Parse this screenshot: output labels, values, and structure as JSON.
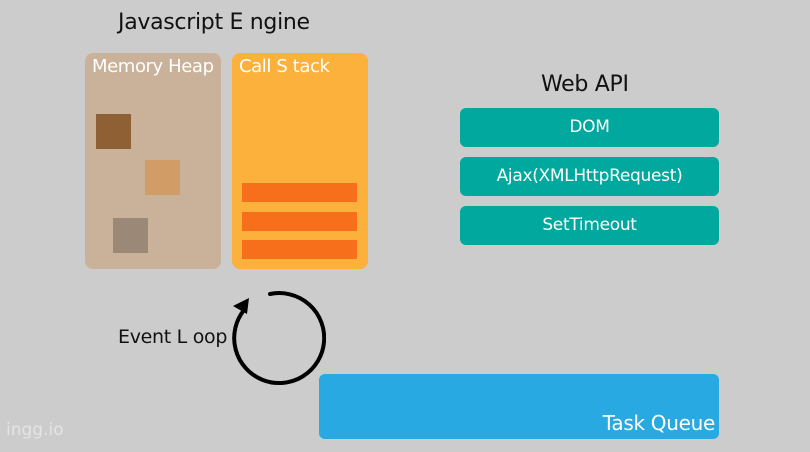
{
  "engine": {
    "title": "Javascript E ngine",
    "memory_heap_label": "Memory Heap",
    "call_stack_label": "Call S tack"
  },
  "web_api": {
    "title": "Web API",
    "items": [
      "DOM",
      "Ajax(XMLHttpRequest)",
      "SetTimeout"
    ]
  },
  "event_loop": {
    "label": "Event L oop"
  },
  "task_queue": {
    "label": "Task Queue"
  },
  "watermark": "ingg.io",
  "colors": {
    "background": "#cccccc",
    "memory_heap": "#c9b299",
    "call_stack": "#fbb13b",
    "stack_frame": "#f86f1b",
    "web_api_item": "#01a89e",
    "task_queue": "#28a9e1",
    "heap_block_1": "#8e6034",
    "heap_block_2": "#d29c67",
    "heap_block_3": "#9b8876"
  }
}
